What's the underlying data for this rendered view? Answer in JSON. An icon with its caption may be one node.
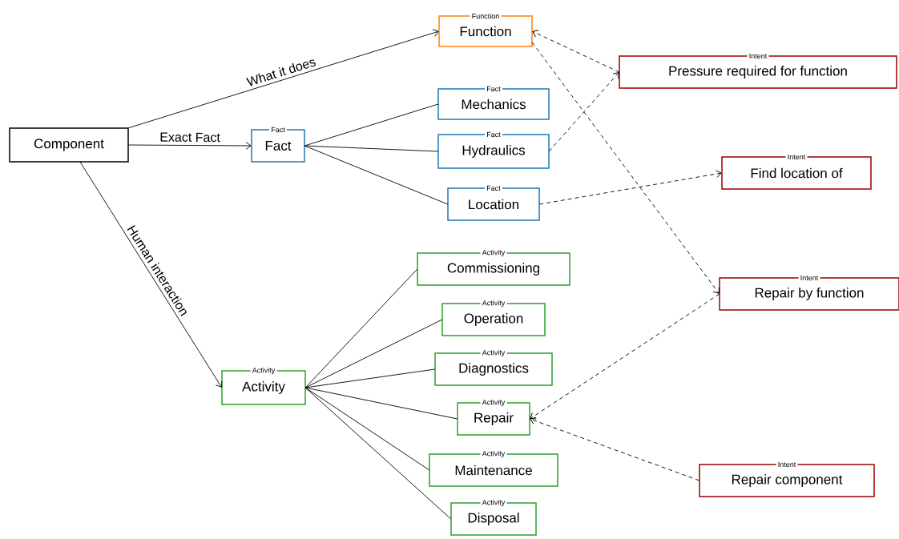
{
  "diagram": {
    "nodes": [
      {
        "text": [
          "Component"
        ]
      },
      {
        "text": [
          "Function",
          "Function"
        ]
      },
      {
        "text": [
          "Fact",
          "Fact"
        ]
      },
      {
        "text": [
          "Fact",
          "Mechanics"
        ]
      },
      {
        "text": [
          "Fact",
          "Hydraulics"
        ]
      },
      {
        "text": [
          "Fact",
          "Location"
        ]
      },
      {
        "text": [
          "Activity",
          "Commissioning"
        ]
      },
      {
        "text": [
          "Activity",
          "Operation"
        ]
      },
      {
        "text": [
          "Activity",
          "Diagnostics"
        ]
      },
      {
        "text": [
          "Activity",
          "Repair"
        ]
      },
      {
        "text": [
          "Activity",
          "Maintenance"
        ]
      },
      {
        "text": [
          "Activity",
          "Disposal"
        ]
      },
      {
        "text": [
          "Activity",
          "Activity"
        ]
      },
      {
        "text": [
          "Intent",
          "Pressure required for function"
        ]
      },
      {
        "text": [
          "Intent",
          "Find location of"
        ]
      },
      {
        "text": [
          "Intent",
          "Repair by function"
        ]
      },
      {
        "text": [
          "Intent",
          "Repair component"
        ]
      }
    ],
    "edges": [
      {
        "from": 0,
        "to": 1,
        "arrow": "to",
        "label": "What it does"
      },
      {
        "from": 0,
        "to": 2,
        "arrow": "to",
        "label": "Exact Fact"
      },
      {
        "from": 0,
        "to": 12,
        "arrow": "to",
        "label": "Human interaction"
      },
      {
        "from": 2,
        "to": 3,
        "arrow": "none"
      },
      {
        "from": 2,
        "to": 4,
        "arrow": "none"
      },
      {
        "from": 2,
        "to": 5,
        "arrow": "none"
      },
      {
        "from": 12,
        "to": 6,
        "arrow": "none"
      },
      {
        "from": 12,
        "to": 7,
        "arrow": "none"
      },
      {
        "from": 12,
        "to": 8,
        "arrow": "none"
      },
      {
        "from": 12,
        "to": 9,
        "arrow": "none"
      },
      {
        "from": 12,
        "to": 10,
        "arrow": "none"
      },
      {
        "from": 12,
        "to": 11,
        "arrow": "none"
      },
      {
        "from": 13,
        "to": 1,
        "arrow": "to",
        "style": "dashed"
      },
      {
        "from": 4,
        "to": 13,
        "arrow": "to",
        "style": "dashed"
      },
      {
        "from": 5,
        "to": 14,
        "arrow": "to",
        "style": "dashed"
      },
      {
        "from": 1,
        "to": 15,
        "arrow": "to",
        "style": "dashed"
      },
      {
        "from": 15,
        "to": 9,
        "arrow": "to",
        "style": "dashed"
      },
      {
        "from": 16,
        "to": 9,
        "arrow": "to",
        "style": "dashed"
      }
    ]
  }
}
